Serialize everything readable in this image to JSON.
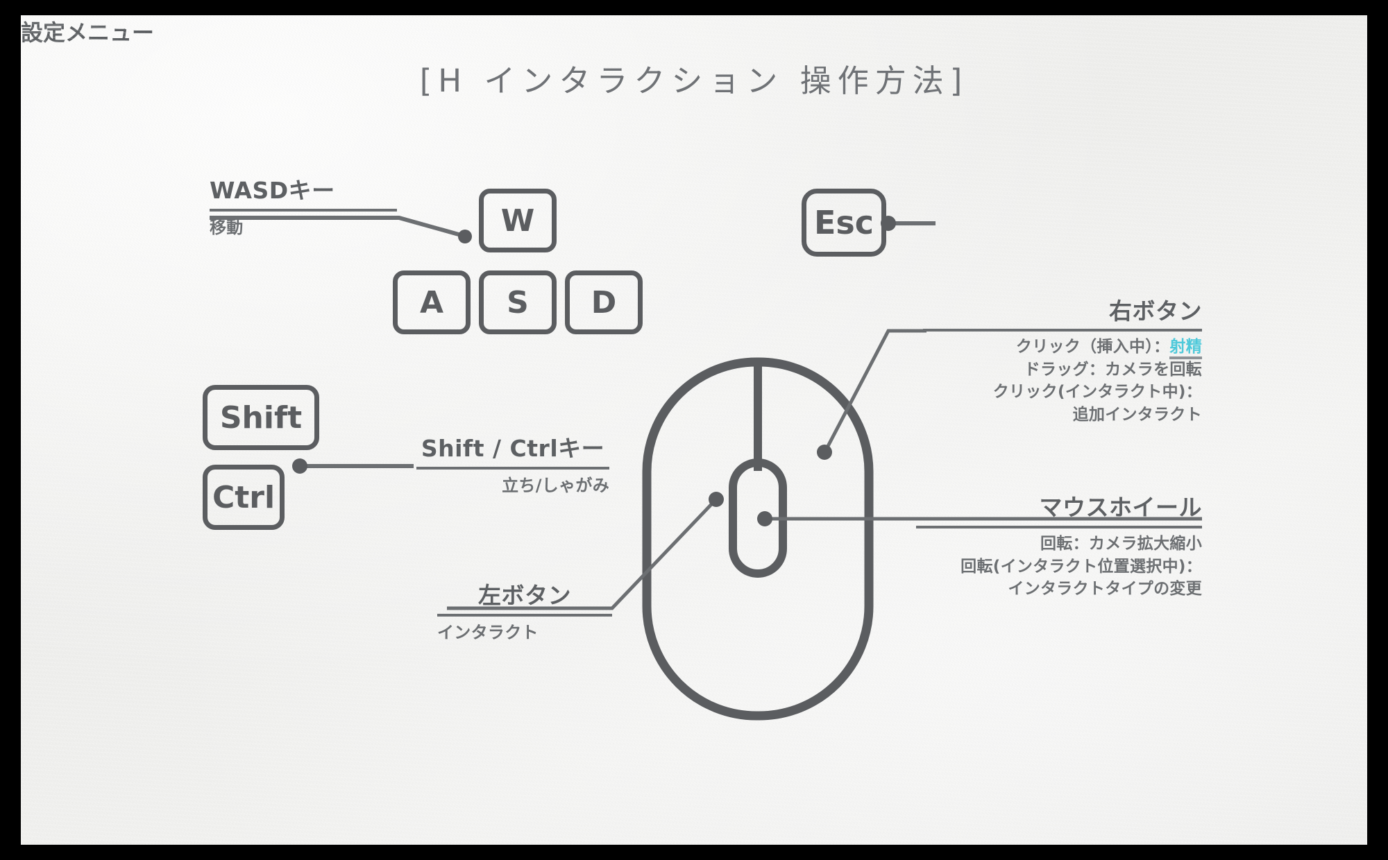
{
  "meta": {
    "accent_color": "#4ec9da",
    "ink_color": "#5b5d60",
    "paper_color": "#f1f1ef",
    "frame_color": "#000000"
  },
  "title": "[H インタラクション 操作方法]",
  "keys": {
    "w": "W",
    "a": "A",
    "s": "S",
    "d": "D",
    "esc": "Esc",
    "shift": "Shift",
    "ctrl": "Ctrl"
  },
  "callouts": {
    "wasd": {
      "heading": "WASDキー",
      "sub": "移動"
    },
    "esc": {
      "label": "設定メニュー"
    },
    "shift_ctrl": {
      "heading": "Shift / Ctrlキー",
      "sub": "立ち/しゃがみ"
    },
    "left_button": {
      "heading": "左ボタン",
      "sub": "インタラクト"
    },
    "right_button": {
      "heading": "右ボタン",
      "line1_prefix": "クリック（挿入中）：",
      "line1_accent": "射精",
      "line2": "ドラッグ：カメラを回転",
      "line3a": "クリック(インタラクト中)：",
      "line3b": "追加インタラクト"
    },
    "mouse_wheel": {
      "heading": "マウスホイール",
      "line1": "回転：カメラ拡大縮小",
      "line2a": "回転(インタラクト位置選択中)：",
      "line2b": "インタラクトタイプの変更"
    }
  },
  "diagram": {
    "mouse_label": "mouse-diagram",
    "parts": [
      "body-outline",
      "left-button",
      "right-button",
      "scroll-wheel"
    ]
  }
}
